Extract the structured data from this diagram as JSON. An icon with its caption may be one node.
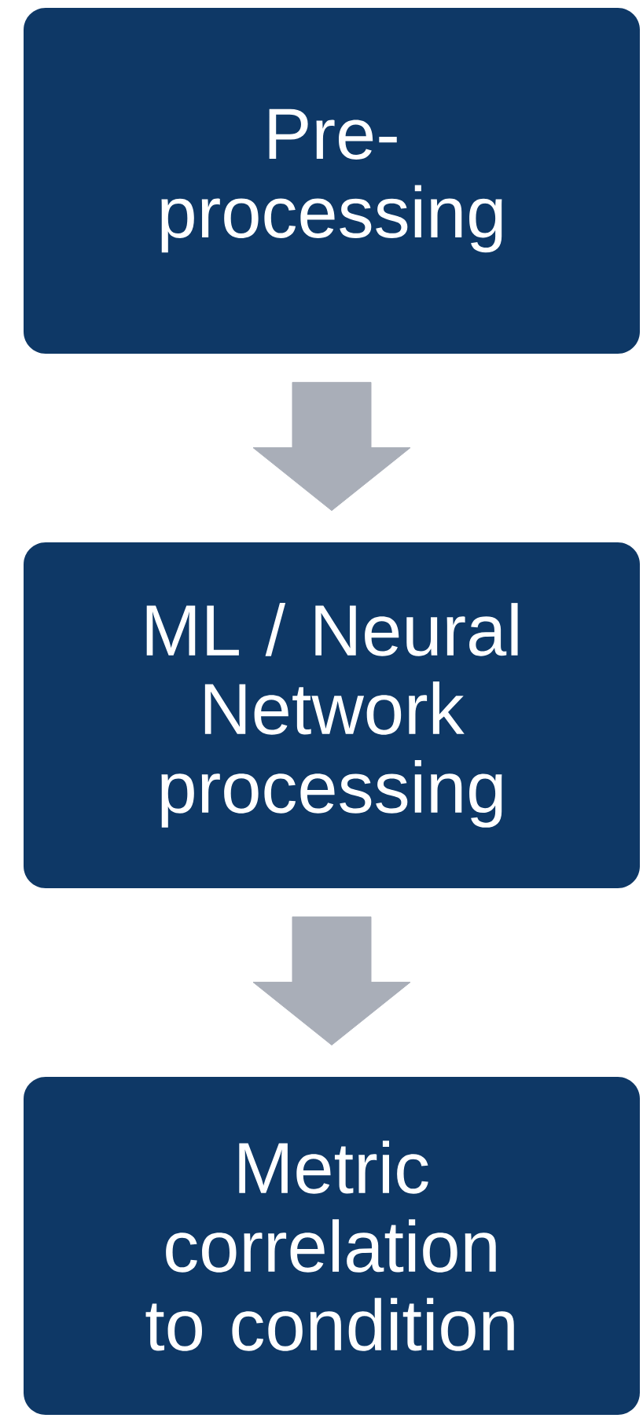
{
  "diagram": {
    "nodes": [
      {
        "text": [
          "Pre- processing"
        ]
      },
      {
        "text": [
          "ML / Neural Network processing"
        ]
      },
      {
        "text": [
          "Metric correlation to condition"
        ]
      }
    ],
    "edges": [
      {
        "from": 0,
        "to": 1,
        "arrow": "to"
      },
      {
        "from": 1,
        "to": 2,
        "arrow": "to"
      }
    ]
  }
}
